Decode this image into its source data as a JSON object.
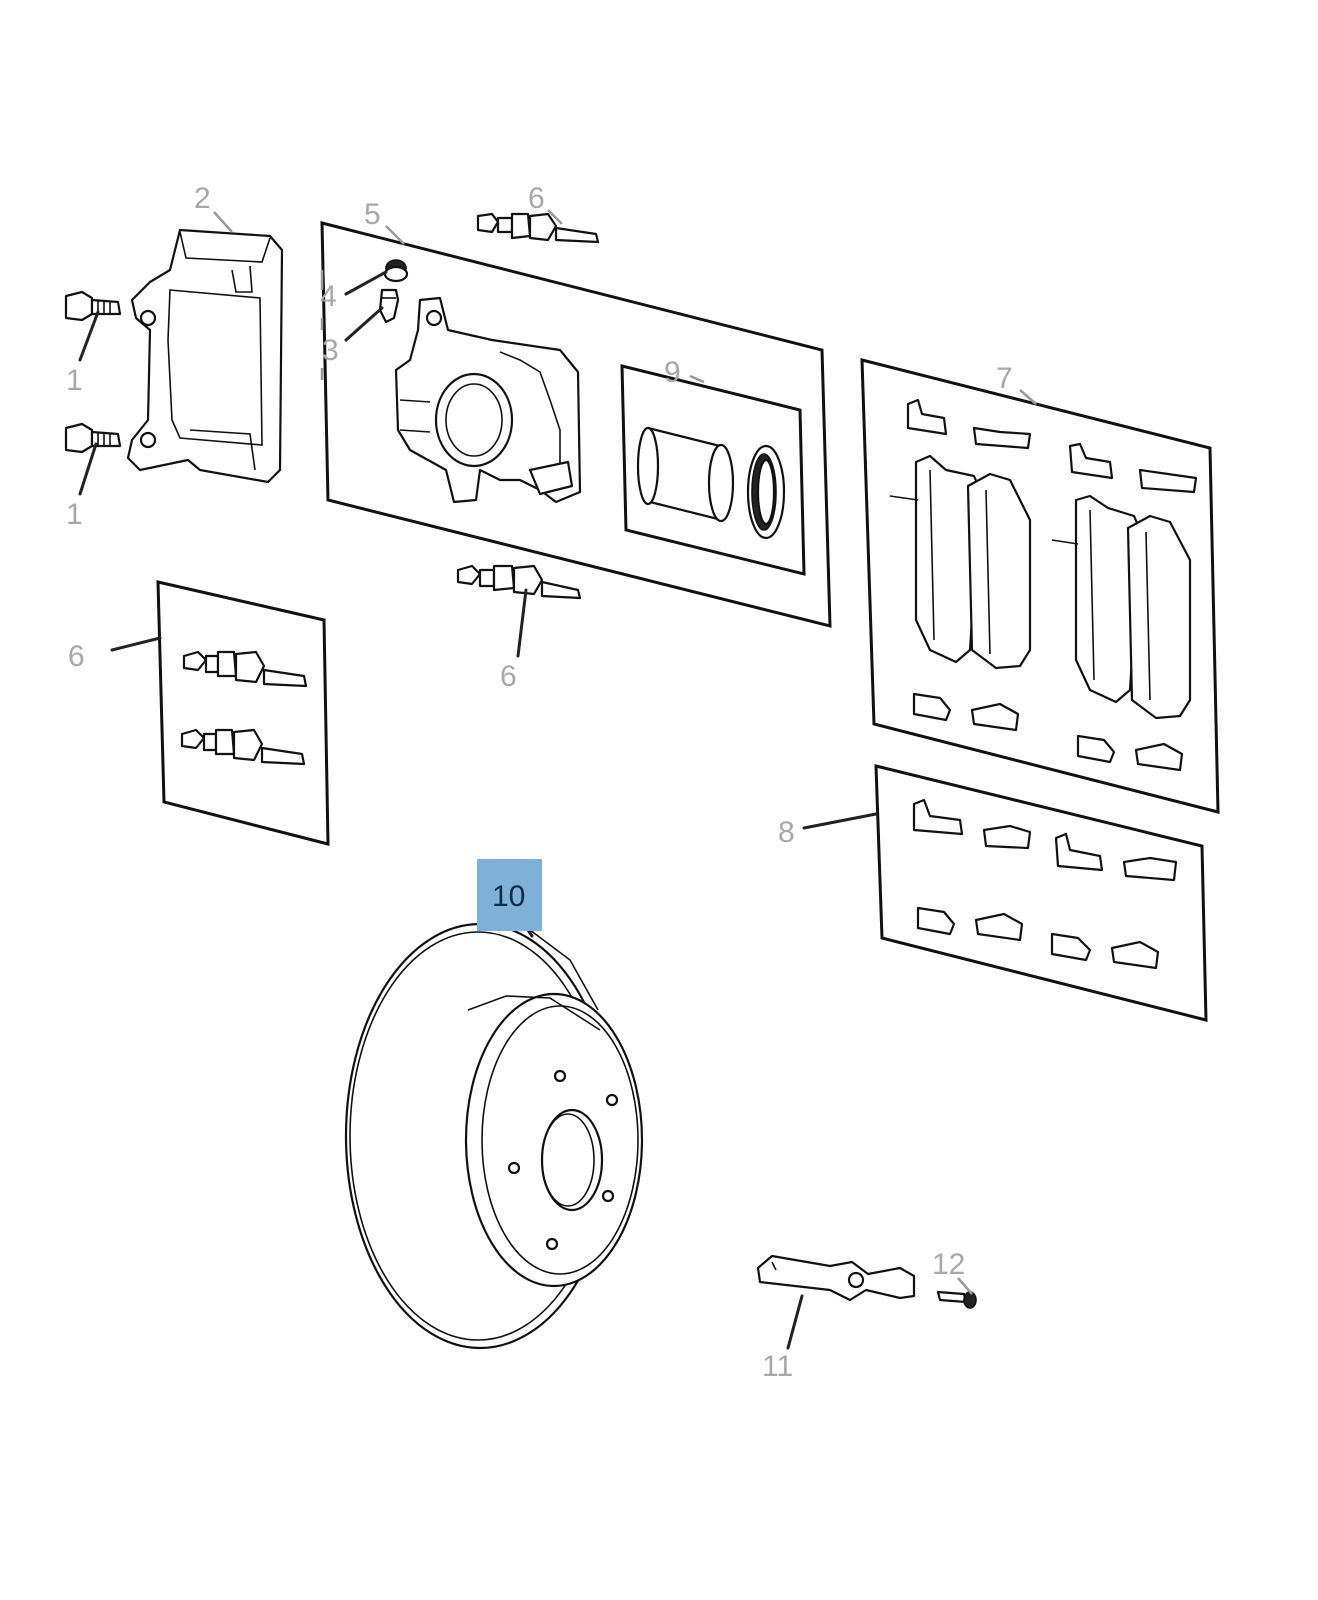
{
  "diagram": {
    "highlight_color": "#7fb0d8",
    "callout_color": "#a8a8a8",
    "callouts": {
      "c1a": "1",
      "c1b": "1",
      "c2": "2",
      "c3": "3",
      "c4": "4",
      "c5": "5",
      "c6a": "6",
      "c6b": "6",
      "c6c": "6",
      "c7": "7",
      "c8": "8",
      "c9": "9",
      "c10": "10",
      "c11": "11",
      "c12": "12"
    }
  }
}
